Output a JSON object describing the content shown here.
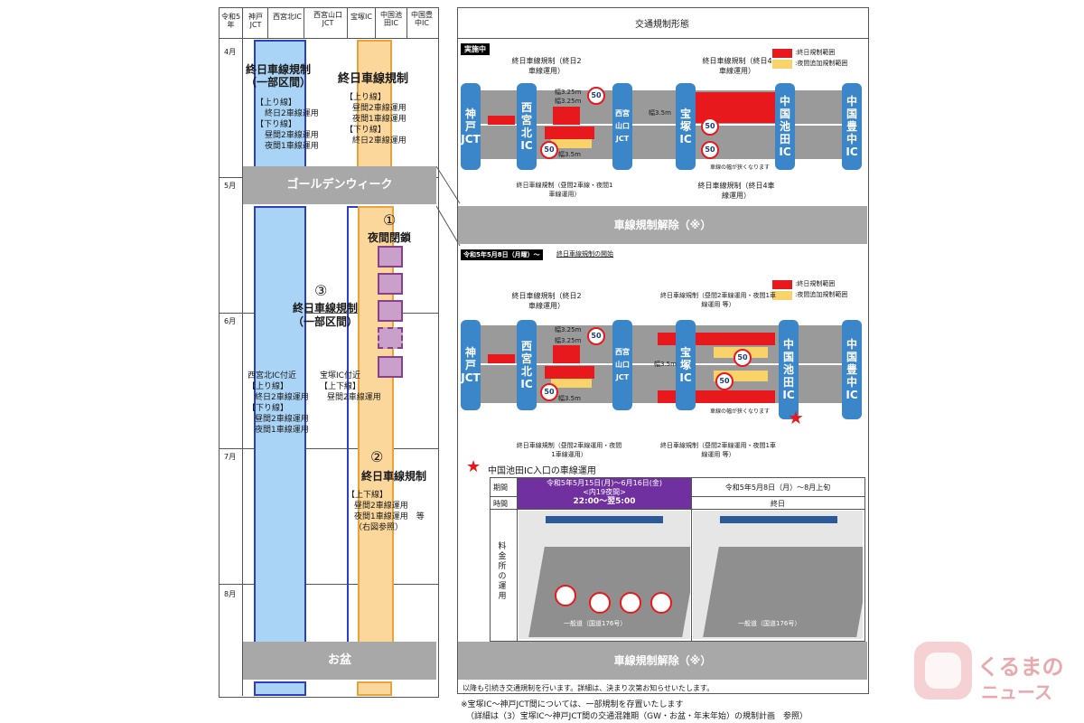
{
  "schedule": {
    "headers": [
      "令和5年",
      "神戸JCT",
      "西宮北IC",
      "西宮山口JCT",
      "宝塚IC",
      "中国池田IC",
      "中国豊中IC"
    ],
    "months": [
      "4月",
      "5月",
      "6月",
      "7月",
      "8月"
    ],
    "block1_left_title": "終日車線規制（一部区間）",
    "block1_left_detail": [
      "【上り線】",
      "終日2車線運用",
      "【下り線】",
      "昼間2車線運用",
      "夜間1車線運用"
    ],
    "block1_right_title": "終日車線規制",
    "block1_right_detail": [
      "【上り線】",
      "昼間2車線運用",
      "夜間1車線運用",
      "【下り線】",
      "終日2車線運用"
    ],
    "gw_band": "ゴールデンウィーク",
    "block3_number": "③",
    "block3_title": "終日車線規制（一部区間）",
    "block3_left_detail": [
      "西宮北IC付近",
      "【上り線】",
      "終日2車線運用",
      "【下り線】",
      "昼間2車線運用",
      "夜間1車線運用"
    ],
    "block3_right_detail": [
      "宝塚IC付近",
      "【上下線】",
      "昼間2車線運用"
    ],
    "block1_number": "①",
    "night_close": "夜間閉鎖",
    "block2_number": "②",
    "block2_title": "終日車線規制",
    "block2_detail": [
      "【上下線】",
      "昼間2車線運用",
      "夜間1車線運用　等",
      "（右図参照）"
    ],
    "obon_band": "お盆"
  },
  "right": {
    "header": "交通規制形態",
    "now_tag": "実施中",
    "legend_red": ":終日規制範囲",
    "legend_yellow": ":夜間追加規制範囲",
    "d1_top_left": "終日車線規制（終日2車線運用）",
    "d1_top_right": "終日車線規制（終日4車線運用）",
    "d1_bottom_left": "終日車線規制（昼間2車線・夜間1車線運用）",
    "d1_bottom_right": "終日車線規制（終日4車線運用）",
    "d1_width_a": "幅3.25m",
    "d1_width_b": "幅3.25m",
    "d1_width_c": "幅3.5m",
    "d1_width_d": "幅3.5m",
    "d1_narrow": "車線の幅が狭くなります",
    "release1": "車線規制解除（※）",
    "may8_tag": "令和5年5月8日（月曜）～",
    "may8_text": "終日車線規制の開始",
    "d2_top_left": "終日車線規制（終日2車線運用）",
    "d2_top_right": "終日車線規制（昼間2車線運用・夜間1車線運用 等）",
    "d2_bottom_left": "終日車線規制（昼間2車線運用・夜間1車線運用）",
    "d2_bottom_right": "終日車線規制（昼間2車線運用・夜間1車線運用 等）",
    "d2_narrow": "車線の幅が狭くなります",
    "ics": [
      "神戸JCT",
      "西宮北IC",
      "西宮山口JCT",
      "宝塚IC",
      "中国池田IC",
      "中国豊中IC"
    ],
    "speed": "50",
    "ikeda_title": "中国池田IC入口の車線運用",
    "tbl_period": "期間",
    "tbl_time": "時間",
    "tbl_col1_period": "令和5年5月15日(月)～6月16日(金)",
    "tbl_col1_sub": "<内19夜間>",
    "tbl_col1_time": "22:00～翌5:00",
    "tbl_col2_period": "令和5年5月8日（月）～8月上旬",
    "tbl_col2_time": "終日",
    "tbl_rowlabel": "料金所の運用",
    "road176_a": "一般道（国道176号）",
    "road176_b": "一般道（国道176号）",
    "release2": "車線規制解除（※）",
    "note_continue": "以降も引続き交通規制を行います。詳細は、決まり次第お知らせいたします。",
    "footnote1": "※宝塚IC～神戸JCT間については、一部規制を存置いたします",
    "footnote2": "（詳細は（3）宝塚IC～神戸JCT間の交通混雑期（GW・お盆・年末年始）の規制計画　参照）",
    "logo_main": "くるまの",
    "logo_sub": "ニュース"
  }
}
